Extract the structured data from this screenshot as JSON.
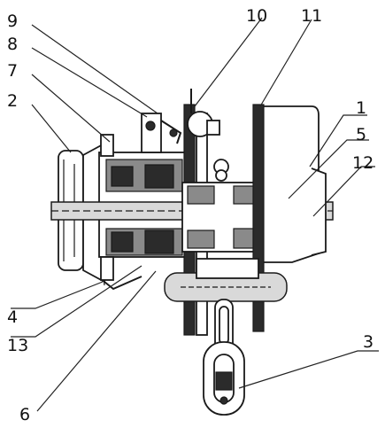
{
  "callouts": {
    "c1": "1",
    "c2": "2",
    "c3": "3",
    "c4": "4",
    "c5": "5",
    "c6": "6",
    "c7": "7",
    "c8": "8",
    "c9": "9",
    "c10": "10",
    "c11": "11",
    "c12": "12",
    "c13": "13"
  },
  "colors": {
    "ink": "#1a1a1a",
    "background": "#ffffff"
  }
}
